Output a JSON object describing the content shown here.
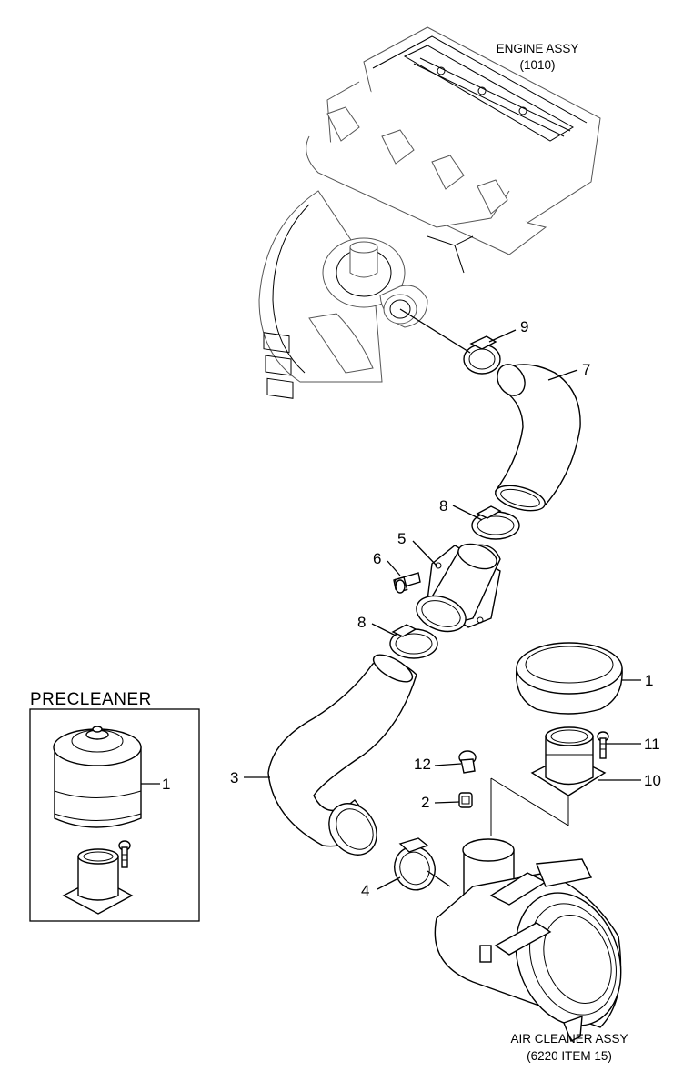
{
  "labels": {
    "engine_assy": "ENGINE ASSY",
    "engine_ref": "(1010)",
    "air_cleaner_assy": "AIR CLEANER ASSY",
    "air_cleaner_ref": "(6220 ITEM 15)",
    "precleaner": "PRECLEANER"
  },
  "callouts": {
    "n1_cap": "1",
    "n1_precleaner": "1",
    "n2": "2",
    "n3": "3",
    "n4": "4",
    "n5": "5",
    "n6": "6",
    "n7": "7",
    "n8_upper": "8",
    "n8_lower": "8",
    "n9": "9",
    "n10": "10",
    "n11": "11",
    "n12": "12"
  }
}
